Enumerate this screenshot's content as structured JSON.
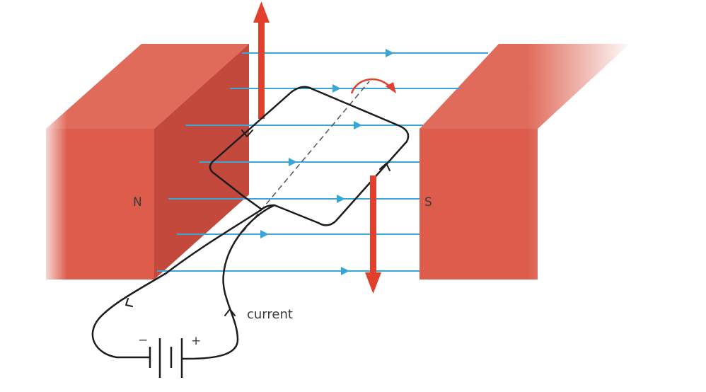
{
  "diagram": {
    "labels": {
      "north": "N",
      "south": "S",
      "current": "current",
      "minus": "−",
      "plus": "+"
    },
    "colors": {
      "magnet_front": "#dd5c4c",
      "magnet_side": "#c2493b",
      "magnet_top": "#e06b5b",
      "field_line": "#3aa6d8",
      "force_arrow": "#e0402c",
      "wire": "#1c1c1c"
    }
  }
}
